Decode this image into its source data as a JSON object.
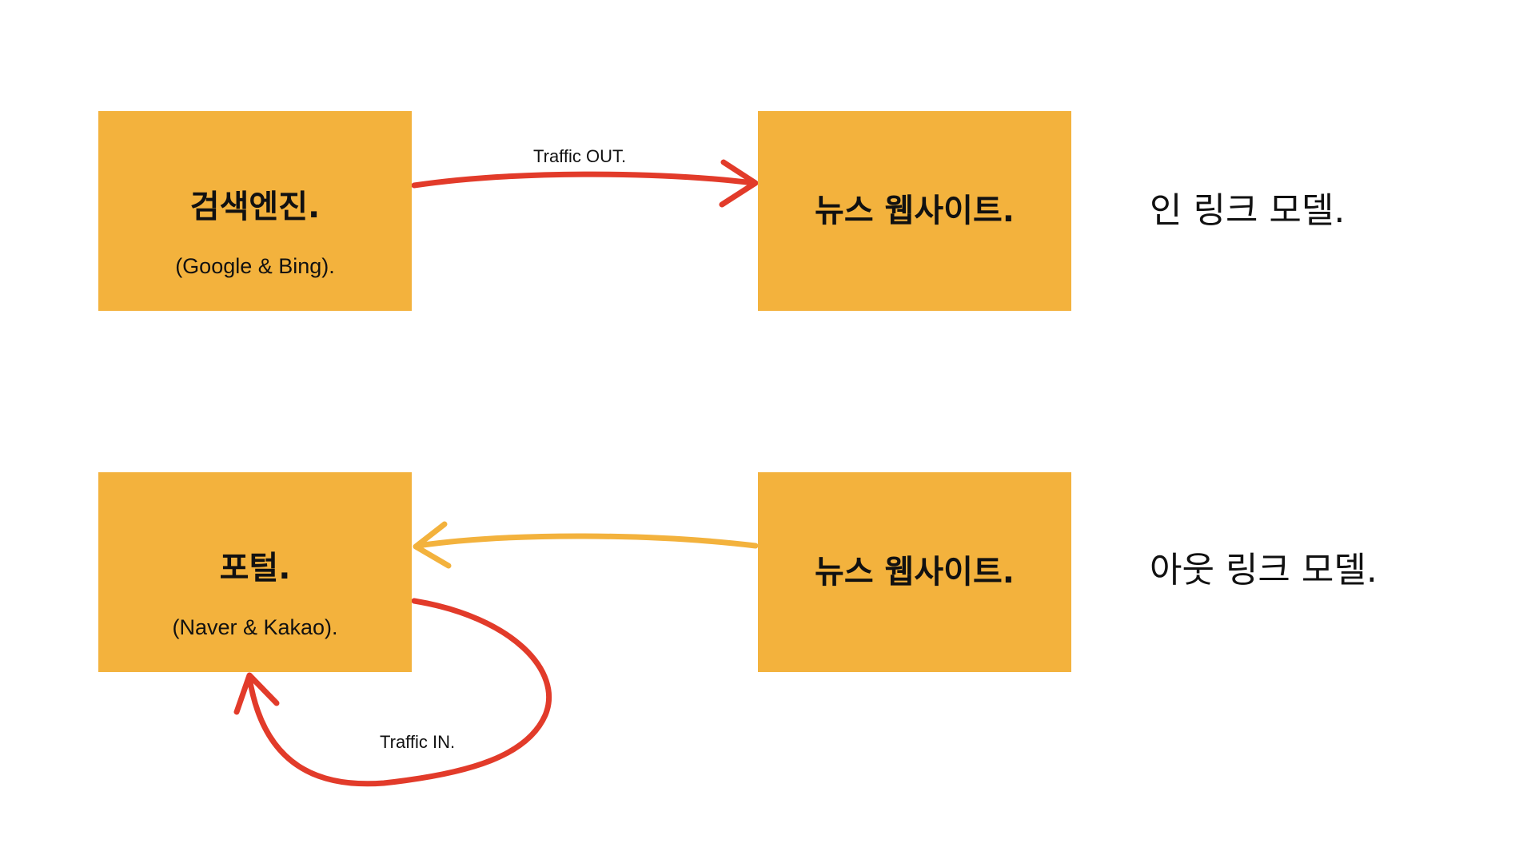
{
  "colors": {
    "box_fill": "#F3B23D",
    "arrow_red": "#E23B2A",
    "arrow_orange": "#F3B23D"
  },
  "top_row": {
    "source_box": {
      "title": "검색엔진.",
      "subtitle": "(Google & Bing)."
    },
    "target_box": {
      "title": "뉴스 웹사이트."
    },
    "arrow_label": "Traffic OUT.",
    "model_label": "인 링크 모델."
  },
  "bottom_row": {
    "portal_box": {
      "title": "포털.",
      "subtitle": "(Naver & Kakao)."
    },
    "news_box": {
      "title": "뉴스 웹사이트."
    },
    "loop_arrow_label": "Traffic IN.",
    "model_label": "아웃 링크 모델."
  }
}
